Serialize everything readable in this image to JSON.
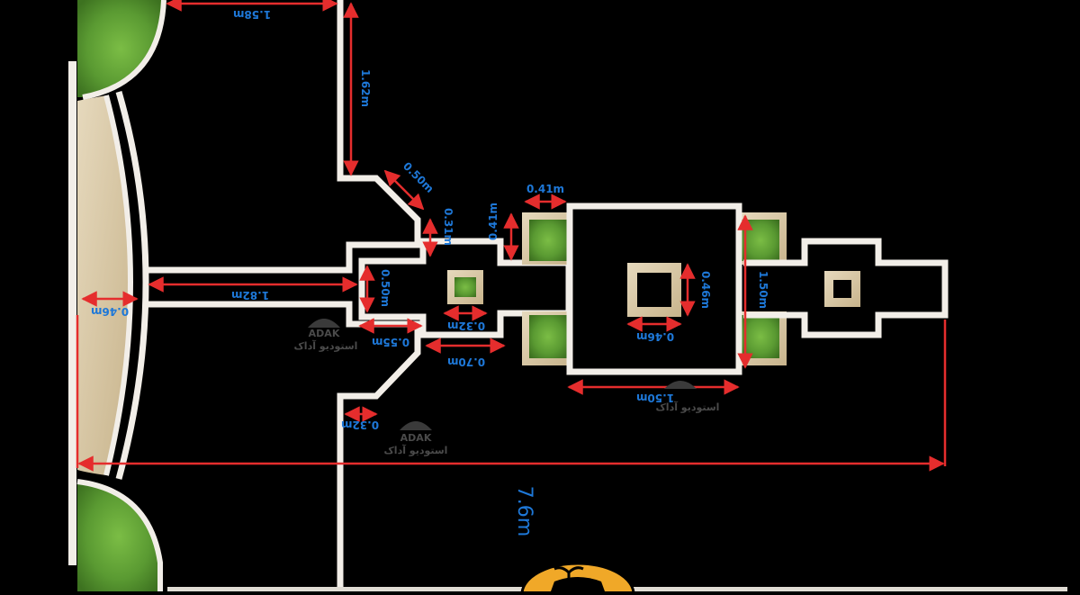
{
  "dimensions": {
    "top_width": "1.58m",
    "wall_height": "1.62m",
    "diag": "0.50m",
    "step_small": "0.31m",
    "box_small": "0.41m",
    "box_top": "0.41m",
    "inner_gap": "0.50m",
    "walk_length": "1.82m",
    "edge_width": "0.46m",
    "small_inner": "0.32m",
    "lower_gap": "0.55m",
    "width_070": "0.70m",
    "lower_step": "0.32m",
    "center_inner_h": "0.46m",
    "center_inner_w": "0.46m",
    "center_side": "1.50m",
    "center_bottom": "1.50m",
    "total_length": "7.6m"
  },
  "watermark": {
    "brand": "ADAK",
    "subtitle": "استودیو آداک"
  },
  "colors": {
    "background": "#000000",
    "wall": "#f2eee8",
    "stone": "#d8c7a5",
    "grass": "#5a9a32",
    "dimension_line": "#e52d2d",
    "dimension_text": "#1e78d8"
  }
}
